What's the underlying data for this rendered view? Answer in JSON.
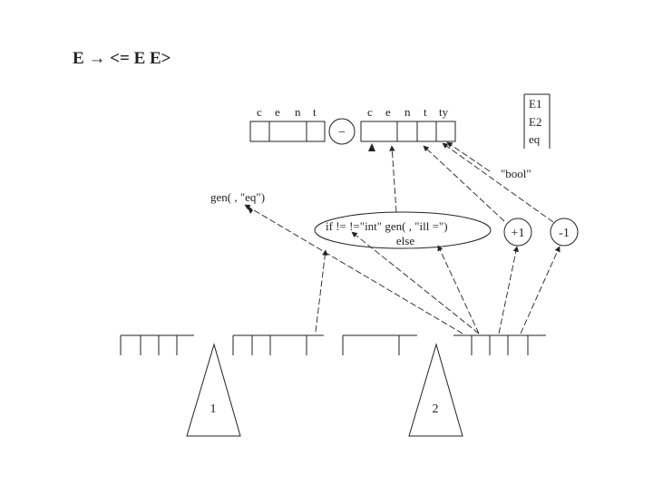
{
  "title": "E → <= E E>",
  "record_left": {
    "fields": [
      "c",
      "e",
      "n",
      "t"
    ]
  },
  "minus_node": {
    "label": "−"
  },
  "record_right": {
    "fields": [
      "c",
      "e",
      "n",
      "t",
      "ty"
    ]
  },
  "stack_box": {
    "items": [
      "E1",
      "E2",
      "eq"
    ]
  },
  "gen_eq": {
    "label": "gen(   , \"eq\")"
  },
  "bool_label": {
    "label": "\"bool\""
  },
  "if_node": {
    "line1": "if  !=    !=\"int\" gen(   , \"ill =\")",
    "line2": "else"
  },
  "plus_node": {
    "label": "+1"
  },
  "minus_one_node": {
    "label": "-1"
  },
  "subtrees": [
    {
      "label": "1"
    },
    {
      "label": "2"
    }
  ]
}
